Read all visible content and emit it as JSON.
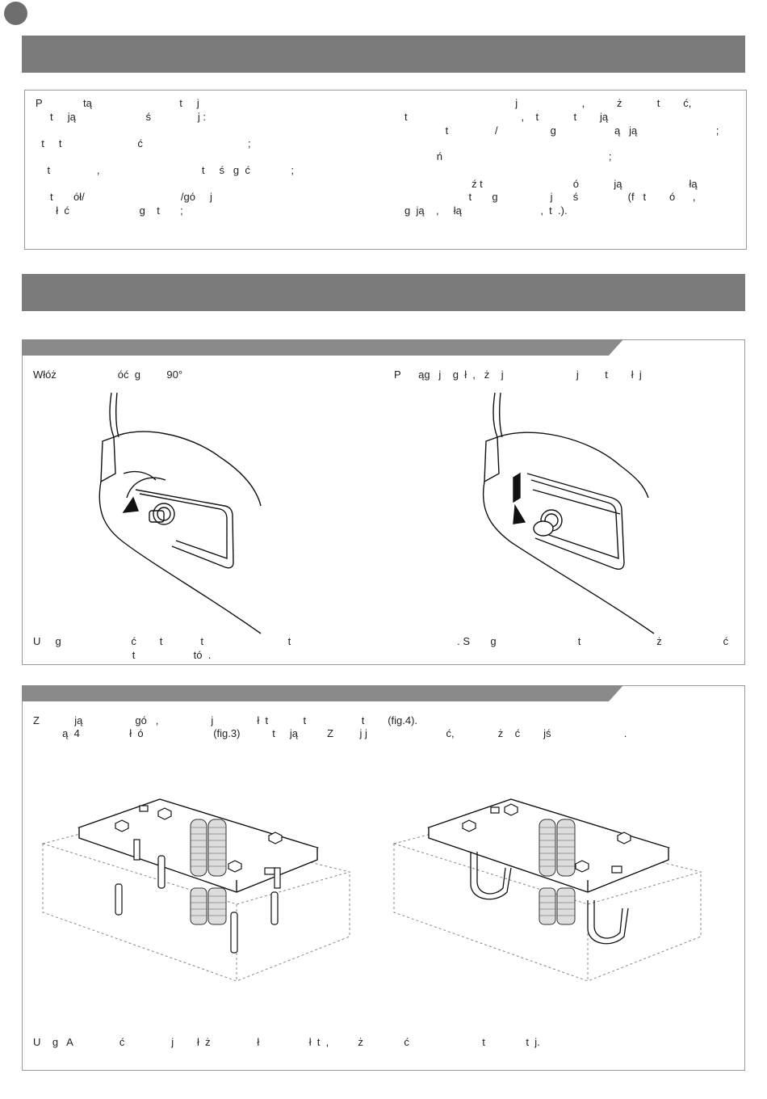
{
  "intro": {
    "left_lines": [
      "P              tą                              t     j",
      "     t     ją                        ś                j :",
      "  t     t                          ć                                    ;",
      "    t                ,                                   t     ś   g  ć              ;",
      "     t       ół/                                 /gó     j",
      "       ł  ć                        g    t       ;"
    ],
    "right_lines": [
      "                                      j                      ,           ż            t        ć,",
      "t                                       ,    t            t        ją",
      "              t                /                  g                    ą   ją                           ;",
      "           ń                                                         ;",
      "                       ź t                               ó            ją                       łą",
      "                      t       g                  j       ś                 (f   t        ó      ,",
      "g  ją    ,     łą                           ,  t  .)."
    ]
  },
  "section1": {
    "left_caption": "Włóż                     óć  g         90°",
    "right_caption": "P      ąg   j    g  ł  ,   ż    j                         j         t        ł  j",
    "note_line1": "U     g                        ć        t             t                             t                                                         . S       g                            t                          ż                     ć",
    "note_line2": "                                  t                    tó  ."
  },
  "section2": {
    "text_line1": "Z            ją                  gó   ,                  j               ł  t            t                   t        (fig.4).",
    "text_line2": "          ą  4                 ł  ó                        (fig.3)           t     ją          Z         j j                           ć,               ż    ć        jś                         .",
    "note_line": "U    g   A                ć                j        ł  ż                ł                 ł  t  ,          ż              ć                         t              t  j."
  }
}
